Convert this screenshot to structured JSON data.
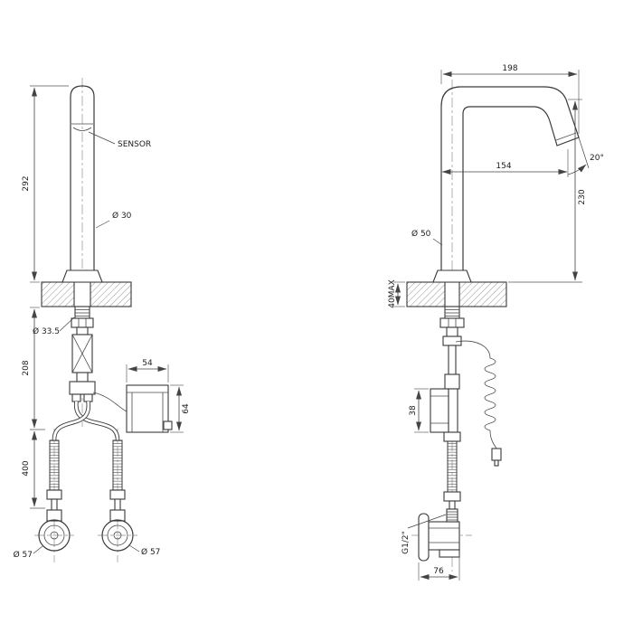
{
  "drawing": {
    "front": {
      "sensor_label": "SENSOR",
      "dim_height_above": "292",
      "dim_spout_dia": "Ø 30",
      "dim_shank_dia": "Ø 33.5",
      "dim_height_below": "208",
      "dim_box_width": "54",
      "dim_box_height": "64",
      "dim_hose_length": "400",
      "dim_connector_left_dia": "Ø 57",
      "dim_connector_right_dia": "Ø 57"
    },
    "side": {
      "dim_reach": "198",
      "dim_outlet_reach": "154",
      "dim_outlet_angle": "20°",
      "dim_height_above": "230",
      "dim_body_dia": "Ø 50",
      "dim_deck_max": "40MAX",
      "dim_box_depth": "38",
      "thread_label": "G1/2\"",
      "dim_wall_width": "76"
    },
    "colors": {
      "line": "#3a3a3a",
      "dimension": "#444444",
      "centerline": "#909090",
      "background": "#ffffff"
    }
  }
}
